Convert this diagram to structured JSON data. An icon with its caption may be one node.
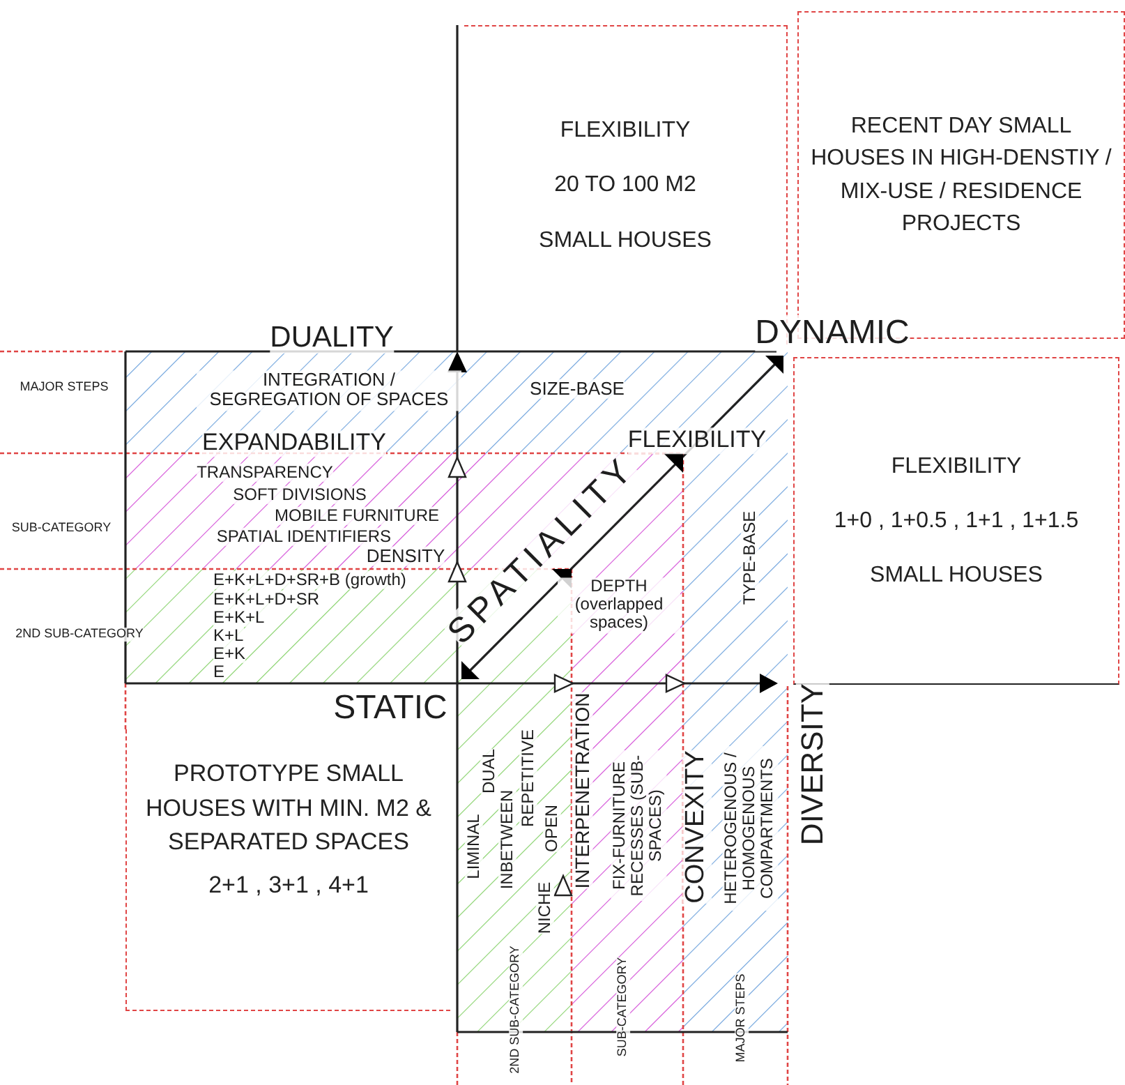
{
  "diagram": {
    "nodes": [
      {
        "text": [
          "FLEXIBILITY",
          "20 TO 100 M2",
          "SMALL HOUSES"
        ]
      },
      {
        "text": [
          "RECENT DAY SMALL HOUSES IN HIGH-DENSTIY / MIX-USE / RESIDENCE PROJECTS"
        ]
      },
      {
        "text": [
          "FLEXIBILITY",
          "1+0 , 1+0.5 , 1+1 , 1+1.5",
          "SMALL HOUSES"
        ]
      },
      {
        "text": [
          "PROTOTYPE SMALL HOUSES WITH MIN. M2 & SEPARATED SPACES",
          "2+1 , 3+1 , 4+1"
        ]
      }
    ],
    "labels": [
      "DUALITY",
      "DYNAMIC",
      "MAJOR STEPS",
      "INTEGRATION / SEGREGATION OF SPACES",
      "SIZE-BASE",
      "EXPANDABILITY",
      "FLEXIBILITY",
      "TRANSPARENCY",
      "SOFT DIVISIONS",
      "MOBILE FURNITURE",
      "SUB-CATEGORY",
      "SPATIAL IDENTIFIERS",
      "DENSITY",
      "SPATIALITY",
      "DEPTH (overlapped spaces)",
      "TYPE-BASE",
      "E+K+L+D+SR+B (growth)",
      "E+K+L+D+SR",
      "E+K+L",
      "2ND SUB-CATEGORY",
      "K+L",
      "E+K",
      "E",
      "STATIC",
      "LIMINAL",
      "DUAL",
      "INBETWEEN",
      "REPETITIVE",
      "NICHE",
      "OPEN",
      "INTERPENETRATION",
      "FIX-FURNITURE RECESSES (SUB-SPACES)",
      "CONVEXITY",
      "HETEROGENOUS / HOMOGENOUS COMPARTMENTS",
      "DIVERSITY",
      "2ND SUB-CATEGORY",
      "SUB-CATEGORY",
      "MAJOR STEPS"
    ]
  }
}
